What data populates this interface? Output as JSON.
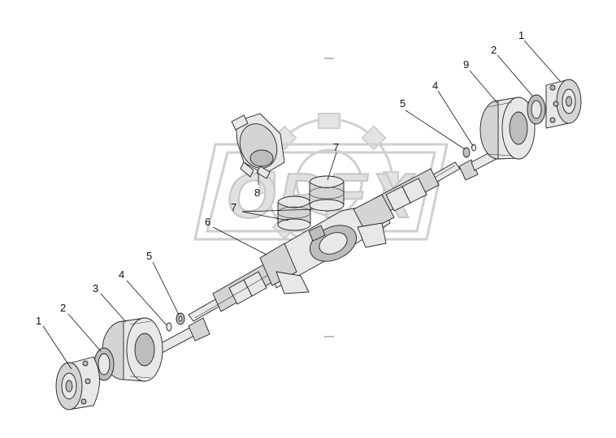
{
  "diagram": {
    "watermark_text": "OPEX",
    "callouts": {
      "c1_left": "1",
      "c2_left": "2",
      "c3_left": "3",
      "c4_left": "4",
      "c5_left": "5",
      "c6": "6",
      "c7_lower": "7",
      "c7_upper": "7",
      "c8": "8",
      "c5_right": "5",
      "c4_right": "4",
      "c9": "9",
      "c2_right": "2",
      "c1_right": "1"
    }
  }
}
